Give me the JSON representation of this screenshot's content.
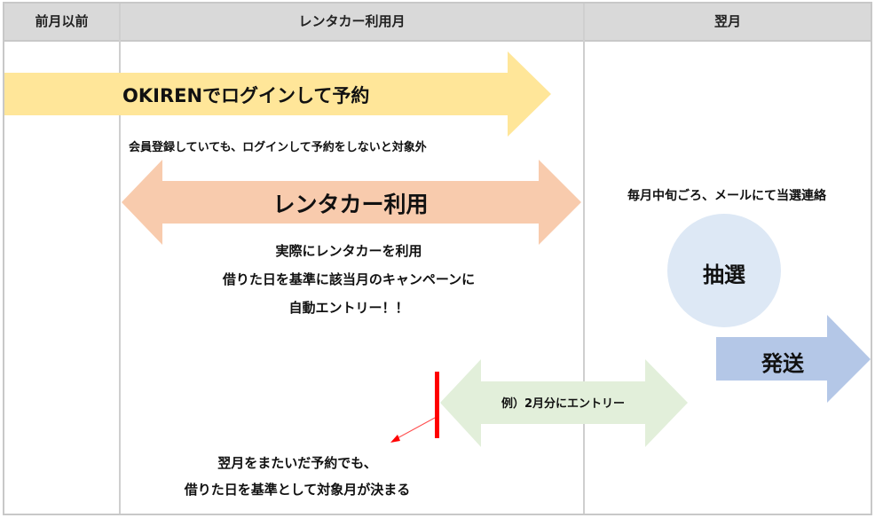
{
  "header": {
    "columns": [
      {
        "label": "前月以前"
      },
      {
        "label": "レンタカー利用月"
      },
      {
        "label": "翌月"
      }
    ]
  },
  "steps": {
    "login_arrow": {
      "label": "OKIRENでログインして予約",
      "color": "#ffe699"
    },
    "login_note": "会員登録していても、ログインして予約をしないと対象外",
    "rental_arrow": {
      "label": "レンタカー利用",
      "color": "#f8cbad"
    },
    "rental_notes": [
      "実際にレンタカーを利用",
      "借りた日を基準に該当月のキャンペーンに",
      "自動エントリー！！"
    ],
    "lottery_note": "毎月中旬ごろ、メールにて当選連絡",
    "lottery_circle": {
      "label": "抽選",
      "color": "#dde8f5"
    },
    "ship_arrow": {
      "label": "発送",
      "color": "#b4c7e7"
    },
    "example_arrow": {
      "label": "例）2月分にエントリー",
      "color": "#e2efda"
    },
    "month_boundary_marker": {
      "color": "#ff0000"
    },
    "boundary_notes": [
      "翌月をまたいだ予約でも、",
      "借りた日を基準として対象月が決まる"
    ]
  }
}
